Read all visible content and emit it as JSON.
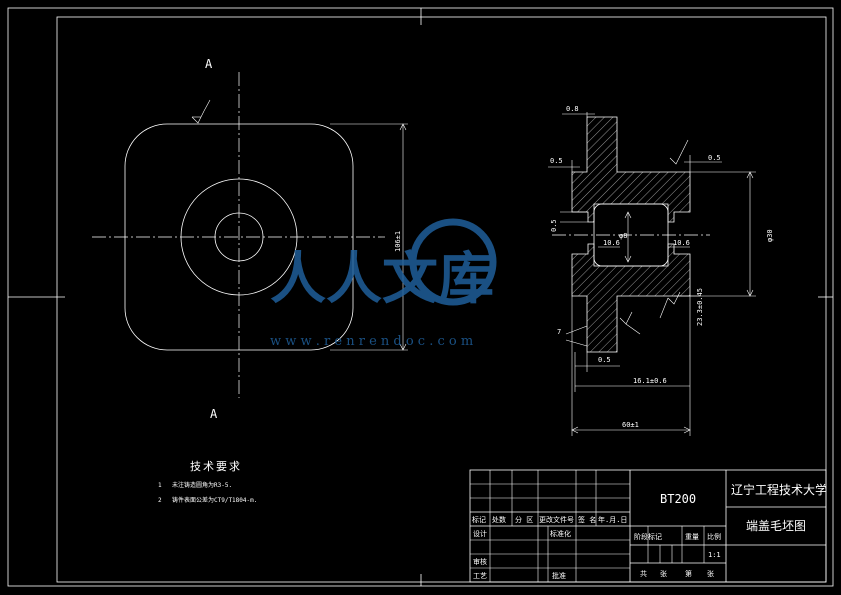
{
  "section_labels": {
    "top": "A",
    "bottom": "A"
  },
  "roughness_symbol": "▽",
  "dims": {
    "square_height": "106±1",
    "top_offset": "0.8",
    "left_step": "0.5",
    "right_step": "0.5",
    "bore_small": "0.5",
    "inner_left": "10.6",
    "inner_center": "φ8",
    "inner_right": "10.6",
    "overall_height": "φ30",
    "thickness": "23.3±0.45",
    "angle_left": "7",
    "bottom_step": "0.5",
    "bottom_length": "16.1±0.6",
    "overall_width": "60±1"
  },
  "tech_requirements": {
    "title": "技术要求",
    "items": [
      {
        "num": "1",
        "text": "未注铸造圆角为R3-5."
      },
      {
        "num": "2",
        "text": "铸件表面公差为CT9/T1804-m."
      }
    ]
  },
  "title_block": {
    "material": "BT200",
    "school": "辽宁工程技术大学",
    "drawing_name": "端盖毛坯图",
    "scale": "1:1",
    "row_headers": [
      "标记",
      "处数",
      "分 区",
      "更改文件号",
      "签 名",
      "年.月.日"
    ],
    "design": "设计",
    "standardization": "标准化",
    "review": "审核",
    "process": "工艺",
    "approve": "批准",
    "stage_headers": [
      "阶段标记",
      "重量",
      "比例"
    ],
    "sheet_labels": [
      "共",
      "张",
      "第",
      "张"
    ]
  },
  "watermark": {
    "text": "人人文库",
    "url": "w w w . r e n r e n d o c . c o m"
  }
}
